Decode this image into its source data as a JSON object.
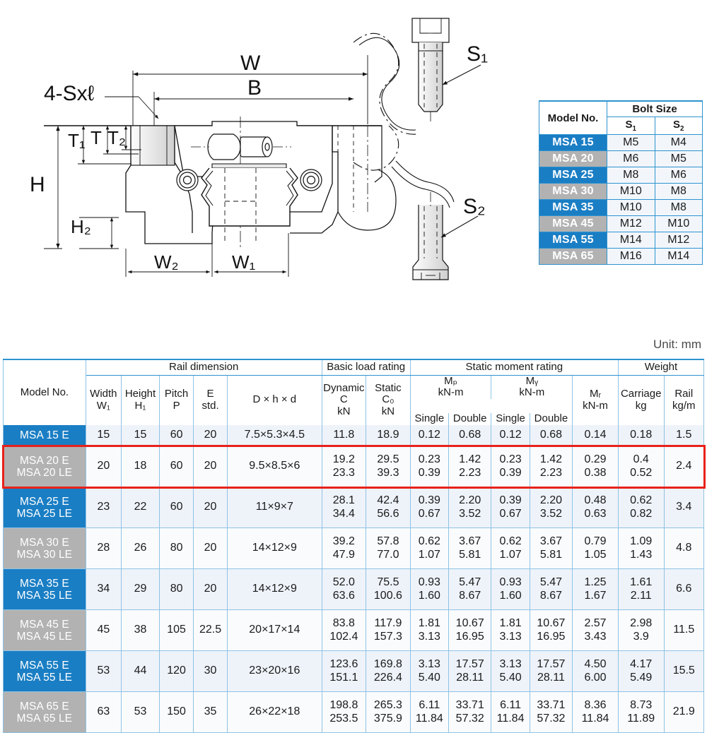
{
  "drawing": {
    "labels": {
      "bolt_pattern": "4-Sxℓ",
      "w": "W",
      "b": "B",
      "h": "H",
      "h2": "H₂",
      "t": "T",
      "t1": "T₁",
      "t2": "T₂",
      "w1": "W₁",
      "w2": "W₂",
      "s1": "S₁",
      "s2": "S₂"
    },
    "parts": {
      "carriage": "linear-guideway-carriage-cross-section",
      "bolt_upper": "socket-head-cap-screw-s1",
      "bolt_lower": "socket-head-cap-screw-s2"
    }
  },
  "bolt_table": {
    "header": {
      "model": "Model No.",
      "bolt_size": "Bolt Size",
      "s1": "S",
      "s1_sub": "1",
      "s2": "S",
      "s2_sub": "2"
    },
    "rows": [
      {
        "model": "MSA 15",
        "s1": "M5",
        "s2": "M4",
        "style": "blue"
      },
      {
        "model": "MSA 20",
        "s1": "M6",
        "s2": "M5",
        "style": "gray"
      },
      {
        "model": "MSA 25",
        "s1": "M8",
        "s2": "M6",
        "style": "blue"
      },
      {
        "model": "MSA 30",
        "s1": "M10",
        "s2": "M8",
        "style": "gray"
      },
      {
        "model": "MSA 35",
        "s1": "M10",
        "s2": "M8",
        "style": "blue"
      },
      {
        "model": "MSA 45",
        "s1": "M12",
        "s2": "M10",
        "style": "gray"
      },
      {
        "model": "MSA 55",
        "s1": "M14",
        "s2": "M12",
        "style": "blue"
      },
      {
        "model": "MSA 65",
        "s1": "M16",
        "s2": "M14",
        "style": "gray"
      }
    ]
  },
  "unit_label": "Unit: mm",
  "spec_table": {
    "header": {
      "model_no": "Model No.",
      "rail_dimension": "Rail dimension",
      "width": "Width",
      "width_sym": "W₁",
      "height": "Height",
      "height_sym": "H₁",
      "pitch": "Pitch",
      "pitch_sym": "P",
      "e": "E",
      "e_std": "std.",
      "dhd": "D × h × d",
      "basic_load_rating": "Basic load rating",
      "dynamic": "Dynamic",
      "dynamic_sym": "C",
      "dynamic_unit": "kN",
      "static": "Static",
      "static_sym": "C₀",
      "static_unit": "kN",
      "static_moment_rating": "Static moment rating",
      "mp": "Mₚ",
      "mp_unit": "kN-m",
      "my": "Mᵧ",
      "my_unit": "kN-m",
      "mr": "Mᵣ",
      "mr_unit": "kN-m",
      "single": "Single",
      "double": "Double",
      "weight": "Weight",
      "carriage": "Carriage",
      "carriage_unit": "kg",
      "rail": "Rail",
      "rail_unit": "kg/m"
    },
    "rows": [
      {
        "style": "blue",
        "models": [
          "MSA 15 E"
        ],
        "w1": "15",
        "h1": "15",
        "p": "60",
        "e": "20",
        "dhd": "7.5×5.3×4.5",
        "dynamic": [
          "11.8"
        ],
        "static": [
          "18.9"
        ],
        "mp_single": [
          "0.12"
        ],
        "mp_double": [
          "0.68"
        ],
        "my_single": [
          "0.12"
        ],
        "my_double": [
          "0.68"
        ],
        "mr": [
          "0.14"
        ],
        "carriage": [
          "0.18"
        ],
        "rail": "1.5",
        "highlighted": false
      },
      {
        "style": "gray",
        "models": [
          "MSA 20 E",
          "MSA 20 LE"
        ],
        "w1": "20",
        "h1": "18",
        "p": "60",
        "e": "20",
        "dhd": "9.5×8.5×6",
        "dynamic": [
          "19.2",
          "23.3"
        ],
        "static": [
          "29.5",
          "39.3"
        ],
        "mp_single": [
          "0.23",
          "0.39"
        ],
        "mp_double": [
          "1.42",
          "2.23"
        ],
        "my_single": [
          "0.23",
          "0.39"
        ],
        "my_double": [
          "1.42",
          "2.23"
        ],
        "mr": [
          "0.29",
          "0.38"
        ],
        "carriage": [
          "0.4",
          "0.52"
        ],
        "rail": "2.4",
        "highlighted": true
      },
      {
        "style": "blue",
        "models": [
          "MSA 25 E",
          "MSA 25 LE"
        ],
        "w1": "23",
        "h1": "22",
        "p": "60",
        "e": "20",
        "dhd": "11×9×7",
        "dynamic": [
          "28.1",
          "34.4"
        ],
        "static": [
          "42.4",
          "56.6"
        ],
        "mp_single": [
          "0.39",
          "0.67"
        ],
        "mp_double": [
          "2.20",
          "3.52"
        ],
        "my_single": [
          "0.39",
          "0.67"
        ],
        "my_double": [
          "2.20",
          "3.52"
        ],
        "mr": [
          "0.48",
          "0.63"
        ],
        "carriage": [
          "0.62",
          "0.82"
        ],
        "rail": "3.4",
        "highlighted": false
      },
      {
        "style": "gray",
        "models": [
          "MSA 30 E",
          "MSA 30 LE"
        ],
        "w1": "28",
        "h1": "26",
        "p": "80",
        "e": "20",
        "dhd": "14×12×9",
        "dynamic": [
          "39.2",
          "47.9"
        ],
        "static": [
          "57.8",
          "77.0"
        ],
        "mp_single": [
          "0.62",
          "1.07"
        ],
        "mp_double": [
          "3.67",
          "5.81"
        ],
        "my_single": [
          "0.62",
          "1.07"
        ],
        "my_double": [
          "3.67",
          "5.81"
        ],
        "mr": [
          "0.79",
          "1.05"
        ],
        "carriage": [
          "1.09",
          "1.43"
        ],
        "rail": "4.8",
        "highlighted": false
      },
      {
        "style": "blue",
        "models": [
          "MSA 35 E",
          "MSA 35 LE"
        ],
        "w1": "34",
        "h1": "29",
        "p": "80",
        "e": "20",
        "dhd": "14×12×9",
        "dynamic": [
          "52.0",
          "63.6"
        ],
        "static": [
          "75.5",
          "100.6"
        ],
        "mp_single": [
          "0.93",
          "1.60"
        ],
        "mp_double": [
          "5.47",
          "8.67"
        ],
        "my_single": [
          "0.93",
          "1.60"
        ],
        "my_double": [
          "5.47",
          "8.67"
        ],
        "mr": [
          "1.25",
          "1.67"
        ],
        "carriage": [
          "1.61",
          "2.11"
        ],
        "rail": "6.6",
        "highlighted": false
      },
      {
        "style": "gray",
        "models": [
          "MSA 45 E",
          "MSA 45 LE"
        ],
        "w1": "45",
        "h1": "38",
        "p": "105",
        "e": "22.5",
        "dhd": "20×17×14",
        "dynamic": [
          "83.8",
          "102.4"
        ],
        "static": [
          "117.9",
          "157.3"
        ],
        "mp_single": [
          "1.81",
          "3.13"
        ],
        "mp_double": [
          "10.67",
          "16.95"
        ],
        "my_single": [
          "1.81",
          "3.13"
        ],
        "my_double": [
          "10.67",
          "16.95"
        ],
        "mr": [
          "2.57",
          "3.43"
        ],
        "carriage": [
          "2.98",
          "3.9"
        ],
        "rail": "11.5",
        "highlighted": false
      },
      {
        "style": "blue",
        "models": [
          "MSA 55 E",
          "MSA 55 LE"
        ],
        "w1": "53",
        "h1": "44",
        "p": "120",
        "e": "30",
        "dhd": "23×20×16",
        "dynamic": [
          "123.6",
          "151.1"
        ],
        "static": [
          "169.8",
          "226.4"
        ],
        "mp_single": [
          "3.13",
          "5.40"
        ],
        "mp_double": [
          "17.57",
          "28.11"
        ],
        "my_single": [
          "3.13",
          "5.40"
        ],
        "my_double": [
          "17.57",
          "28.11"
        ],
        "mr": [
          "4.50",
          "6.00"
        ],
        "carriage": [
          "4.17",
          "5.49"
        ],
        "rail": "15.5",
        "highlighted": false
      },
      {
        "style": "gray",
        "models": [
          "MSA 65 E",
          "MSA 65 LE"
        ],
        "w1": "63",
        "h1": "53",
        "p": "150",
        "e": "35",
        "dhd": "26×22×18",
        "dynamic": [
          "198.8",
          "253.5"
        ],
        "static": [
          "265.3",
          "375.9"
        ],
        "mp_single": [
          "6.11",
          "11.84"
        ],
        "mp_double": [
          "33.71",
          "57.32"
        ],
        "my_single": [
          "6.11",
          "11.84"
        ],
        "my_double": [
          "33.71",
          "57.32"
        ],
        "mr": [
          "8.36",
          "11.84"
        ],
        "carriage": [
          "8.73",
          "11.89"
        ],
        "rail": "21.9",
        "highlighted": false
      }
    ]
  },
  "colors": {
    "accent_blue": "#1a7ec4",
    "border_blue": "#2e93cf",
    "row_gray": "#b2b2b2",
    "highlight_red": "#e8211a",
    "cell_tint": "#eef3fa"
  }
}
